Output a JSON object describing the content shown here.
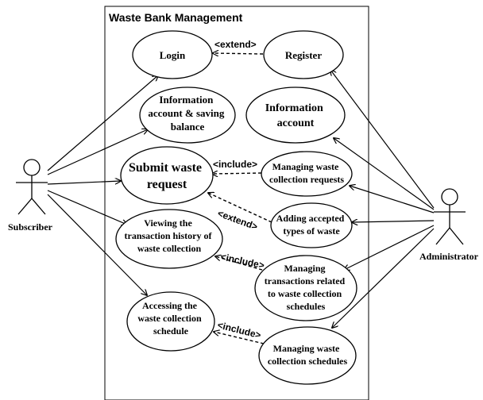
{
  "system": {
    "title": "Waste Bank Management"
  },
  "actors": {
    "subscriber": "Subscriber",
    "administrator": "Administrator"
  },
  "use_cases": {
    "login": [
      "Login"
    ],
    "register": [
      "Register"
    ],
    "info_saving": [
      "Information",
      "account & saving",
      "balance"
    ],
    "info_account": [
      "Information",
      "account"
    ],
    "submit_request": [
      "Submit waste",
      "request"
    ],
    "managing_requests": [
      "Managing waste",
      "collection requests"
    ],
    "adding_types": [
      "Adding accepted",
      "types of waste"
    ],
    "viewing_history": [
      "Viewing the",
      "transaction history of",
      "waste collection"
    ],
    "managing_transactions": [
      "Managing",
      "transactions related",
      "to waste collection",
      "schedules"
    ],
    "accessing_schedule": [
      "Accessing the",
      "waste collection",
      "schedule"
    ],
    "managing_schedules": [
      "Managing waste",
      "collection schedules"
    ]
  },
  "relations": {
    "login_register": "<extend>",
    "submit_managing": "<include>",
    "submit_adding": "<extend>",
    "viewing_transactions": "<include>",
    "accessing_schedules": "<include>"
  }
}
